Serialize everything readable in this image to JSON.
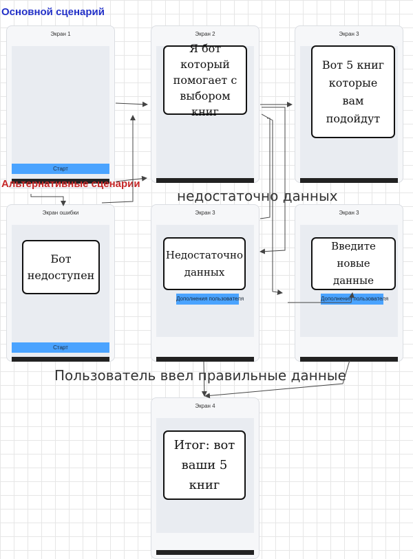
{
  "headings": {
    "main": "Основной сценарий",
    "alternative": "Альтернативные сценарии"
  },
  "colors": {
    "main_heading": "#2331c8",
    "alt_heading": "#c62828",
    "accent_button": "#4aa3ff"
  },
  "labels": {
    "insufficient_data": "недостаточно данных",
    "valid_data": "Пользователь ввел правильные данные"
  },
  "screens": {
    "screen1": {
      "title": "Экран 1",
      "button": "Старт"
    },
    "screen2": {
      "title": "Экран 2",
      "card": "Я бот который помогает с выбором книг"
    },
    "screen3_main": {
      "title": "Экран 3",
      "card": "Вот 5 книг которые вам подойдут"
    },
    "error": {
      "title": "Экран ошибки",
      "card": "Бот недоступен",
      "button": "Старт"
    },
    "screen3_insufficient": {
      "title": "Экран 3",
      "card": "Недостаточно данных",
      "tag": "Дополнения пользователя"
    },
    "screen3_newdata": {
      "title": "Экран 3",
      "card": "Введите новые данные",
      "tag": "Дополнения пользователя"
    },
    "screen4": {
      "title": "Экран 4",
      "card": "Итог: вот ваши 5 книг"
    }
  }
}
